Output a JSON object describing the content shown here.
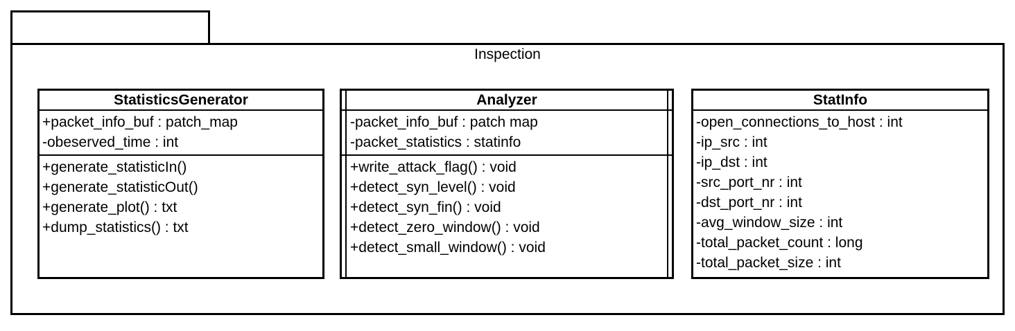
{
  "package": {
    "name": "Inspection"
  },
  "classes": [
    {
      "name": "StatisticsGenerator",
      "active": false,
      "attributes": [
        "+packet_info_buf : patch_map",
        "-obeserved_time : int"
      ],
      "methods": [
        "+generate_statisticIn()",
        "+generate_statisticOut()",
        "+generate_plot() : txt",
        "+dump_statistics() : txt"
      ]
    },
    {
      "name": "Analyzer",
      "active": true,
      "attributes": [
        "-packet_info_buf : patch map",
        "-packet_statistics : statinfo"
      ],
      "methods": [
        "+write_attack_flag() : void",
        "+detect_syn_level() : void",
        "+detect_syn_fin() : void",
        "+detect_zero_window() : void",
        "+detect_small_window() : void"
      ]
    },
    {
      "name": "StatInfo",
      "active": false,
      "attributes": [
        "-open_connections_to_host : int",
        "-ip_src : int",
        "-ip_dst : int",
        "-src_port_nr : int",
        "-dst_port_nr : int",
        "-avg_window_size : int",
        "-total_packet_count : long",
        "-total_packet_size : int"
      ],
      "methods": []
    }
  ],
  "colors": {
    "line": "#000000",
    "background": "#ffffff"
  }
}
